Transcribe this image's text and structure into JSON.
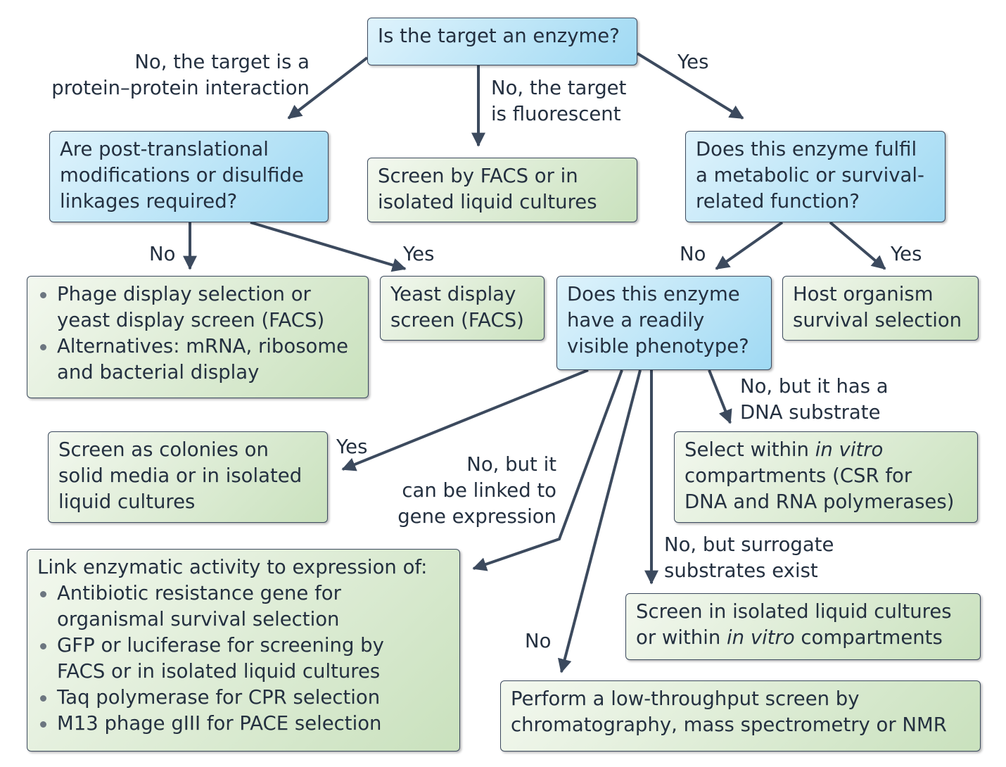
{
  "nodes": {
    "q_enzyme": [
      "Is the target an enzyme?"
    ],
    "q_ptm": [
      "Are post-translational",
      "modifications or disulfide",
      "linkages required?"
    ],
    "a_facs": [
      "Screen by FACS or in",
      "isolated liquid cultures"
    ],
    "q_metabolic": [
      "Does this enzyme fulfil",
      "a metabolic or survival-",
      "related function?"
    ],
    "a_phage_bullets": [
      "Phage display selection or",
      "yeast display screen (FACS)",
      "Alternatives: mRNA, ribosome",
      "and bacterial display"
    ],
    "a_yeast": [
      "Yeast display",
      "screen (FACS)"
    ],
    "q_phenotype": [
      "Does this enzyme",
      "have a readily",
      "visible phenotype?"
    ],
    "a_host": [
      "Host organism",
      "survival selection"
    ],
    "a_colonies": [
      "Screen as colonies on",
      "solid media or in isolated",
      "liquid cultures"
    ],
    "a_ivc": {
      "pre": "Select within ",
      "em": "in vitro",
      "line2": "compartments (CSR for",
      "line3": "DNA and RNA polymerases)"
    },
    "a_link": {
      "title": "Link enzymatic activity to expression of:",
      "bullets": [
        [
          "Antibiotic resistance gene for",
          "organismal survival selection"
        ],
        [
          "GFP or luciferase for screening by",
          "FACS or in isolated liquid cultures"
        ],
        [
          "Taq polymerase for CPR selection"
        ],
        [
          "M13 phage gIII for PACE selection"
        ]
      ]
    },
    "a_surrogate": {
      "line1": "Screen in isolated liquid cultures",
      "pre": "or within ",
      "em": "in vitro",
      "post": " compartments"
    },
    "a_lowthroughput": [
      "Perform a low-throughput screen by",
      "chromatography, mass spectrometry or NMR"
    ]
  },
  "labels": {
    "ppi": [
      "No, the target is a",
      "protein–protein interaction"
    ],
    "fluorescent": [
      "No, the target",
      "is fluorescent"
    ],
    "yes_enzyme": "Yes",
    "no_ptm": "No",
    "yes_ptm": "Yes",
    "no_metabolic": "No",
    "yes_metabolic": "Yes",
    "dna_substrate": [
      "No, but it has a",
      "DNA substrate"
    ],
    "yes_phenotype": "Yes",
    "gene_expression": [
      "No, but it",
      "can be linked to",
      "gene expression"
    ],
    "surrogate": [
      "No, but surrogate",
      "substrates exist"
    ],
    "no_phenotype": "No"
  },
  "colors": {
    "question_fill": "#a8dcf3",
    "answer_fill": "#cde3c1",
    "arrow": "#3c4a5e",
    "text": "#243040"
  }
}
